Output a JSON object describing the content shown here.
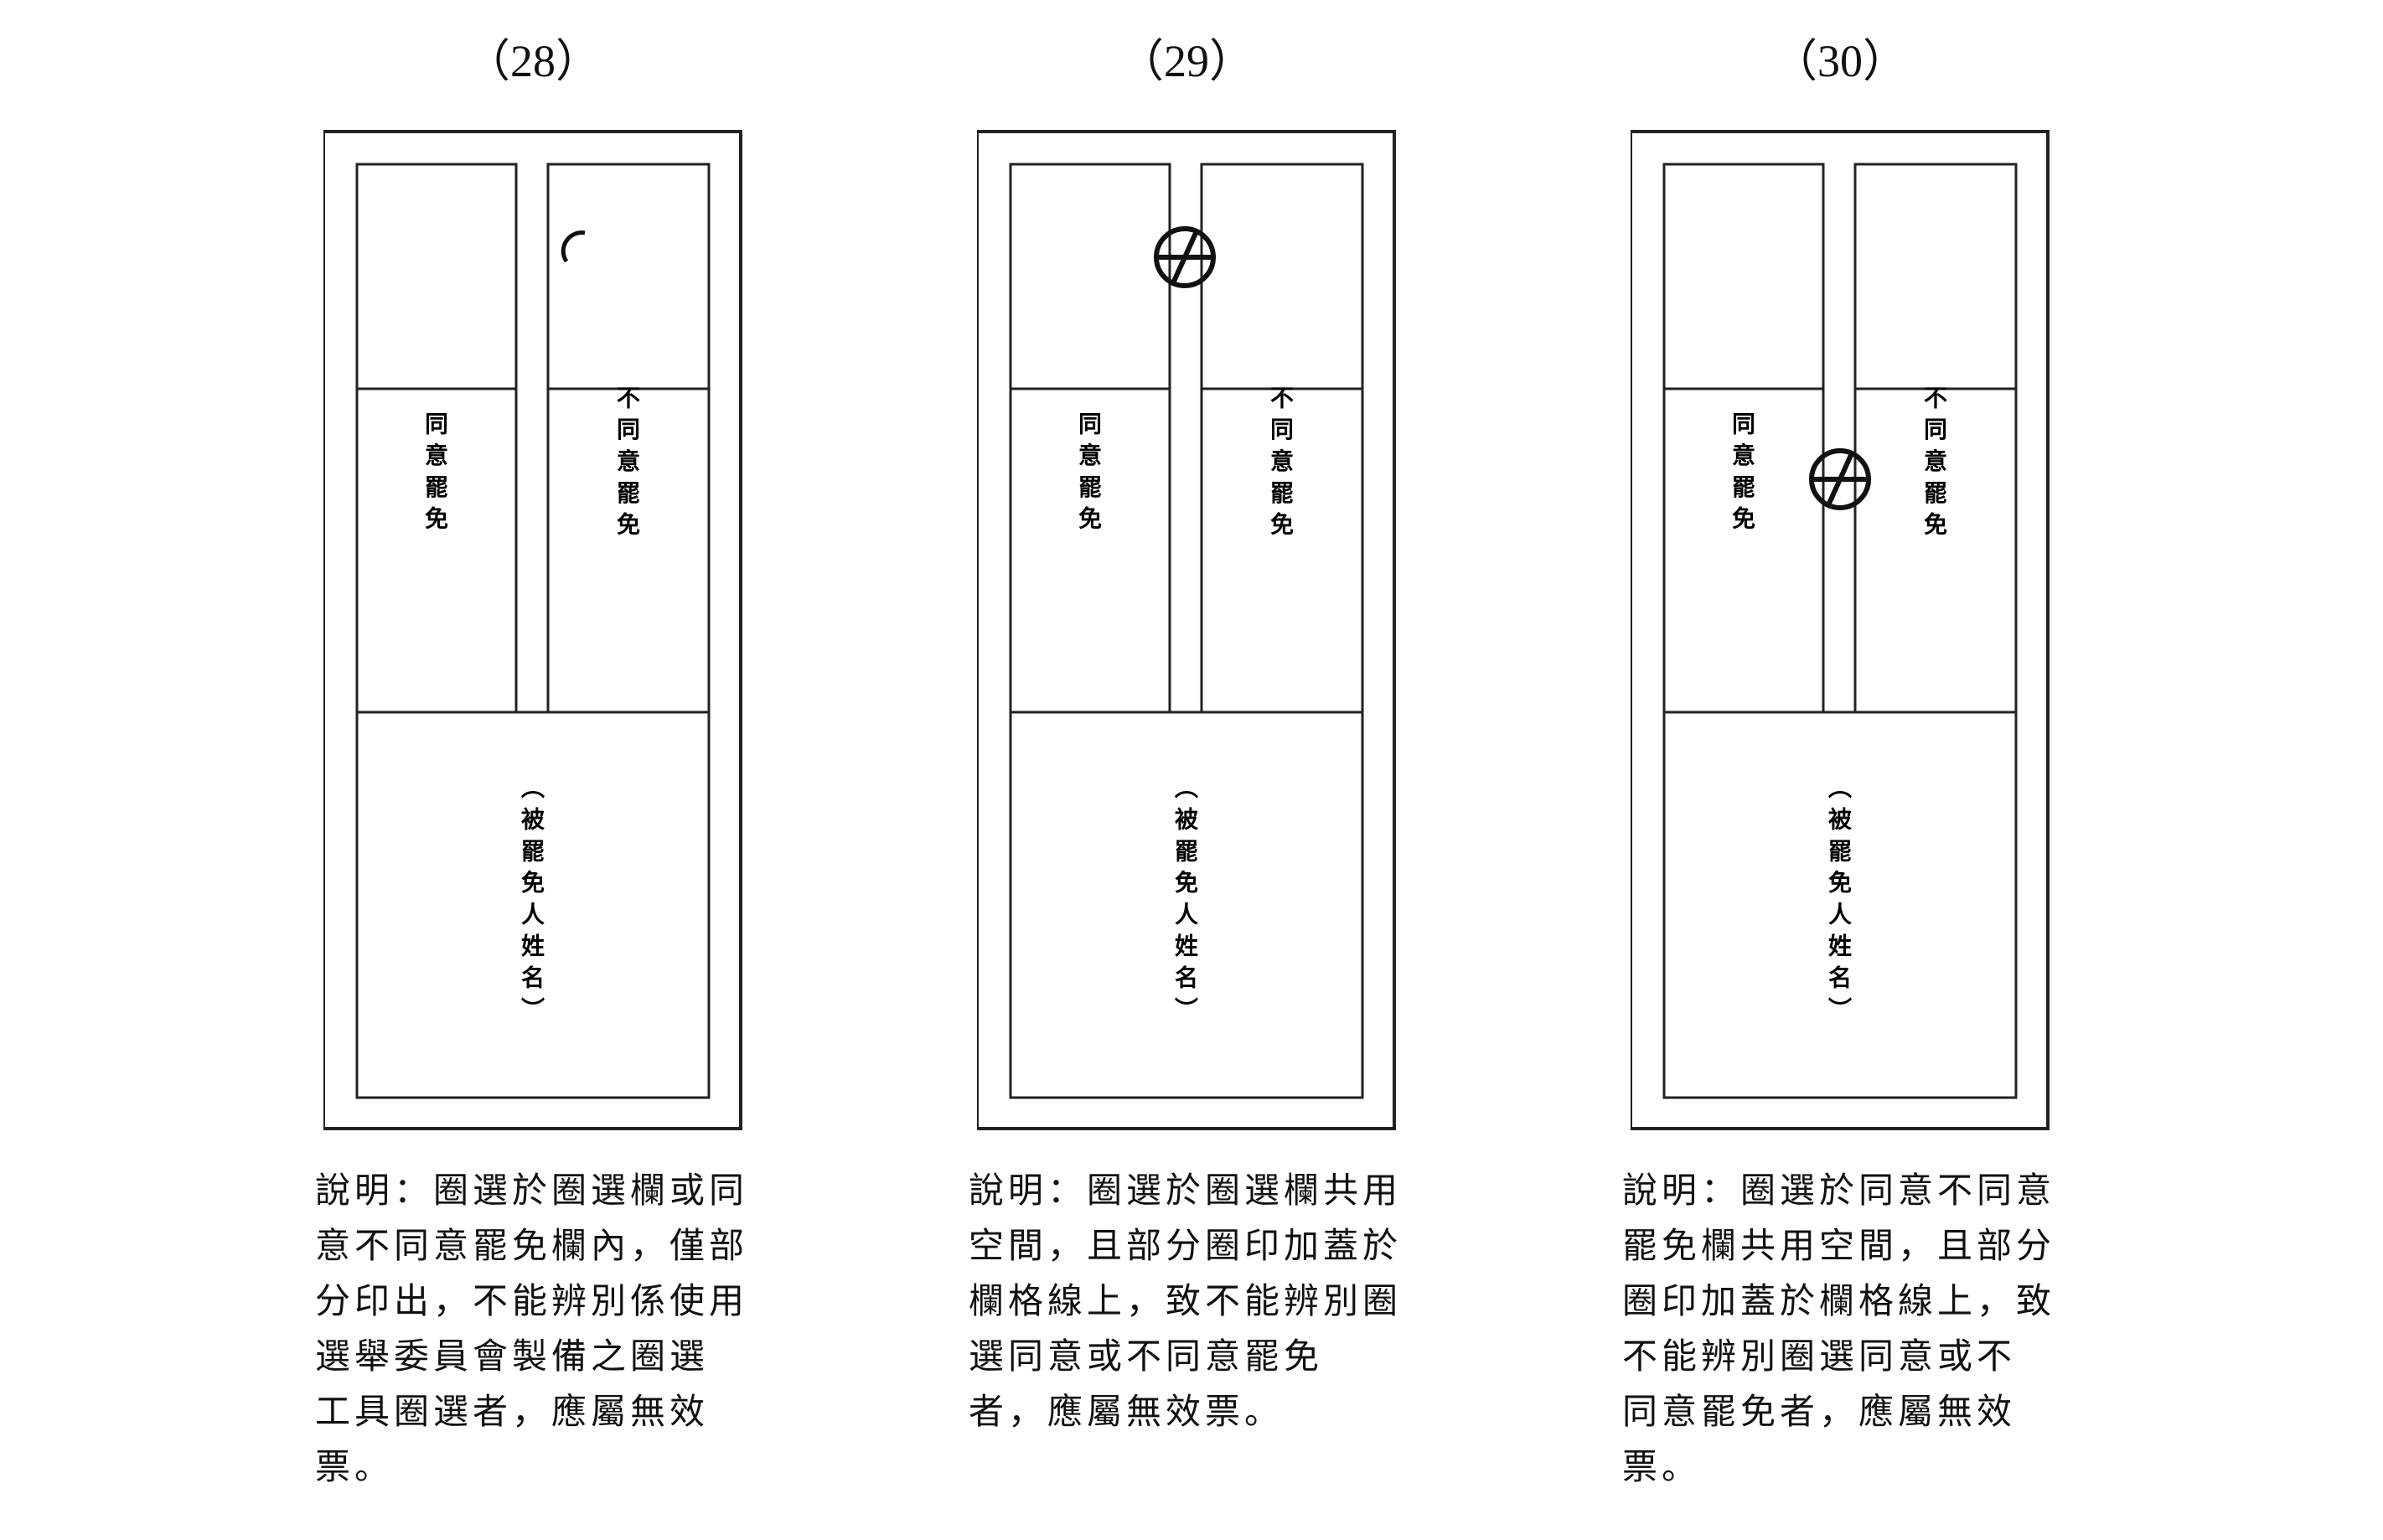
{
  "panels": [
    {
      "id": "28",
      "number_label": "（28）",
      "mark": "partial-arc",
      "cells": {
        "agree_label": "同意罷免",
        "disagree_label": "不同意罷免",
        "name_label": "（被罷免人姓名）"
      },
      "caption_lines": [
        "說明：圈選於圈選欄或同",
        "意不同意罷免欄內，僅部",
        "分印出，不能辨別係使用",
        "選舉委員會製備之圈選",
        "工具圈選者，應屬無效",
        "票。"
      ]
    },
    {
      "id": "29",
      "number_label": "（29）",
      "mark": "circle-slash",
      "cells": {
        "agree_label": "同意罷免",
        "disagree_label": "不同意罷免",
        "name_label": "（被罷免人姓名）"
      },
      "caption_lines": [
        "說明：圈選於圈選欄共用",
        "空間，且部分圈印加蓋於",
        "欄格線上，致不能辨別圈",
        "選同意或不同意罷免",
        "者，應屬無效票。"
      ]
    },
    {
      "id": "30",
      "number_label": "（30）",
      "mark": "circle-slash",
      "cells": {
        "agree_label": "同意罷免",
        "disagree_label": "不同意罷免",
        "name_label": "（被罷免人姓名）"
      },
      "caption_lines": [
        "說明：圈選於同意不同意",
        "罷免欄共用空間，且部分",
        "圈印加蓋於欄格線上，致",
        "不能辨別圈選同意或不",
        "同意罷免者，應屬無效",
        "票。"
      ]
    }
  ]
}
